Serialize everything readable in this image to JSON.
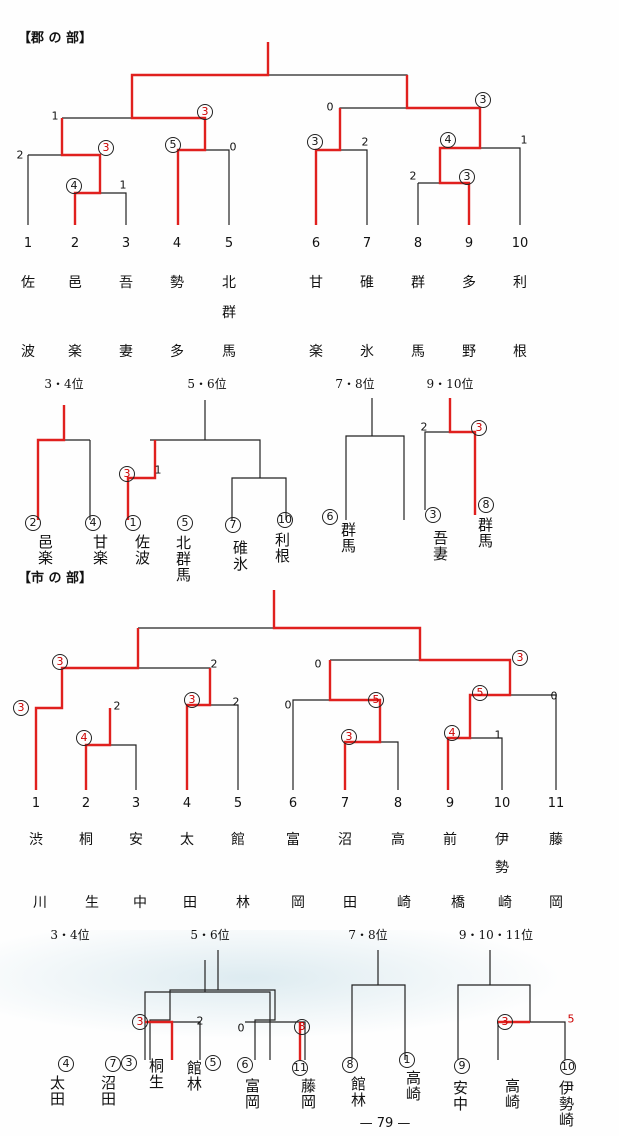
{
  "gun": {
    "title": "【郡 の 部】",
    "numbers": [
      "1",
      "2",
      "3",
      "4",
      "5",
      "6",
      "7",
      "8",
      "9",
      "10"
    ],
    "names_row1": [
      "佐",
      "邑",
      "吾",
      "勢",
      "北",
      "甘",
      "碓",
      "群",
      "多",
      "利"
    ],
    "names_row2_5": "群",
    "names_row3": [
      "波",
      "楽",
      "妻",
      "多",
      "馬",
      "楽",
      "氷",
      "馬",
      "野",
      "根"
    ],
    "placements": [
      "3・4位",
      "5・6位",
      "7・8位",
      "9・10位"
    ],
    "scores": {
      "s1": "3",
      "s2": "3",
      "s3": "4",
      "s4": "5",
      "s5": "3",
      "s6": "3",
      "s7": "4",
      "s8": "3",
      "p1": "1",
      "p2": "2",
      "p3": "1",
      "p4": "0",
      "p5": "0",
      "p6": "2",
      "p7": "2",
      "p8": "1"
    },
    "lower": {
      "seeds": [
        "2",
        "4",
        "1",
        "5",
        "7",
        "10",
        "6",
        "3",
        "8"
      ],
      "names": [
        "邑楽",
        "甘楽",
        "佐波",
        "北群馬",
        "碓氷",
        "利根",
        "群馬",
        "吾妻",
        "群馬"
      ],
      "scores": {
        "a": "3",
        "b": "1",
        "c": "2",
        "d": "3"
      }
    }
  },
  "shi": {
    "title": "【市 の 部】",
    "numbers": [
      "1",
      "2",
      "3",
      "4",
      "5",
      "6",
      "7",
      "8",
      "9",
      "10",
      "11"
    ],
    "names_row1": [
      "渋",
      "桐",
      "安",
      "太",
      "館",
      "富",
      "沼",
      "高",
      "前",
      "伊",
      "藤"
    ],
    "names_row2_10": "勢",
    "names_row3": [
      "川",
      "生",
      "中",
      "田",
      "林",
      "岡",
      "田",
      "崎",
      "橋",
      "崎",
      "岡"
    ],
    "placements": [
      "3・4位",
      "5・6位",
      "7・8位",
      "9・10・11位"
    ],
    "scores": {
      "s1": "3",
      "s2": "3",
      "s3": "4",
      "s4": "3",
      "s5": "5",
      "s6": "3",
      "s7": "3",
      "s8": "5",
      "s9": "4",
      "p1": "2",
      "p2": "2",
      "p3": "0",
      "p4": "2",
      "p5": "0",
      "p6": "0",
      "p7": "1"
    },
    "lower": {
      "seeds": [
        "4",
        "7",
        "3",
        "5",
        "6",
        "11",
        "8",
        "1",
        "9",
        "10"
      ],
      "names": [
        "太田",
        "沼田",
        "桐生",
        "館林",
        "富岡",
        "藤岡",
        "館林",
        "高崎",
        "安中",
        "高崎",
        "伊勢崎"
      ],
      "scores": {
        "a": "3",
        "b": "2",
        "c": "0",
        "d": "3",
        "e": "3",
        "f": "5"
      }
    }
  },
  "page_number": "— 79 —"
}
